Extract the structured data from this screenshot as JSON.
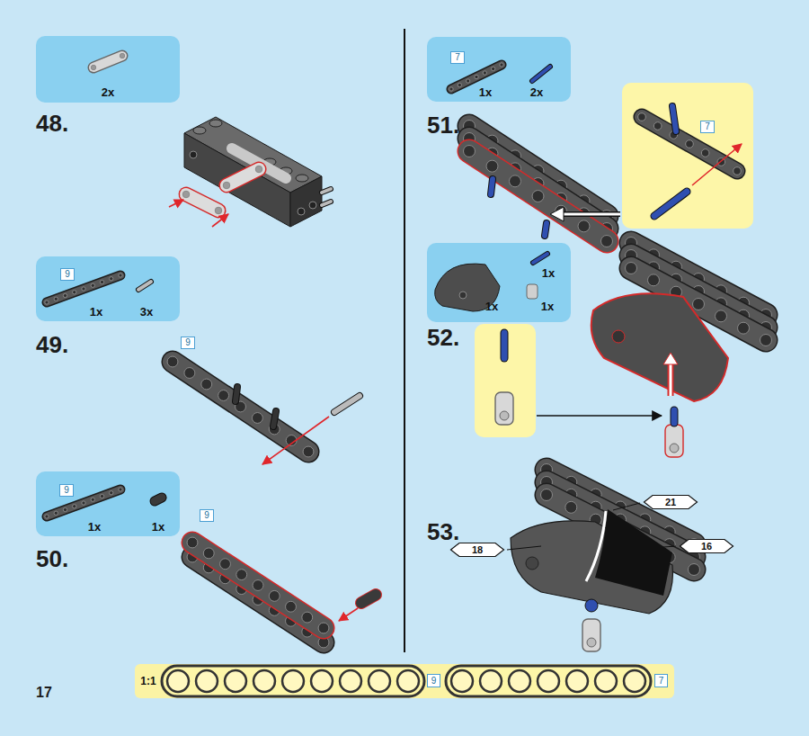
{
  "diagram": {
    "nodes": [
      {
        "text": [
          "2x"
        ]
      },
      {
        "text": [
          "1x",
          "3x"
        ]
      },
      {
        "text": [
          "9"
        ],
        "in": 1
      },
      {
        "text": [
          "9"
        ]
      },
      {
        "text": [
          "1x",
          "1x"
        ]
      },
      {
        "text": [
          "9"
        ],
        "in": 4
      },
      {
        "text": [
          "9"
        ]
      },
      {
        "text": [
          "1x",
          "2x"
        ]
      },
      {
        "text": [
          "7"
        ],
        "in": 7
      },
      {
        "text": [
          "7"
        ]
      },
      {
        "text": [
          "1x",
          "1x",
          "1x"
        ]
      },
      {
        "text": [
          "21"
        ]
      },
      {
        "text": [
          "18"
        ]
      },
      {
        "text": [
          "16"
        ]
      },
      {
        "text": [
          "1:1"
        ]
      },
      {
        "text": [
          "9"
        ],
        "in": 14
      },
      {
        "text": [
          "7"
        ],
        "in": 14
      }
    ],
    "labels": [
      "48.",
      "49.",
      "50.",
      "51.",
      "52.",
      "53.",
      "17"
    ]
  }
}
